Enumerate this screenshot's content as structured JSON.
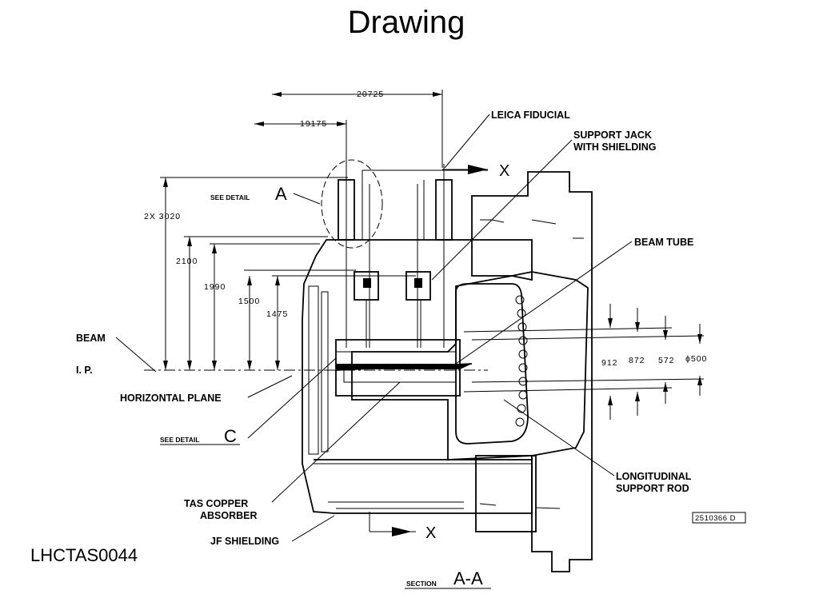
{
  "title": "Drawing",
  "footer_id": "LHCTAS0044",
  "drawing": {
    "dimensions": {
      "d20725": "20725",
      "d19175": "19175",
      "d2x3020": "2X 3020",
      "d2100": "2100",
      "d1990": "1990",
      "d1500": "1500",
      "d1475": "1475",
      "d912": "912",
      "d872": "872",
      "d572": "572",
      "d500": "ϕ500"
    },
    "labels": {
      "leica_fiducial": "LEICA FIDUCIAL",
      "support_jack_1": "SUPPORT JACK",
      "support_jack_2": "WITH SHIELDING",
      "beam_tube": "BEAM TUBE",
      "see_detail_a_text": "SEE DETAIL",
      "see_detail_a_letter": "A",
      "beam": "BEAM",
      "ip": "I. P.",
      "horizontal_plane": "HORIZONTAL PLANE",
      "see_detail_c_text": "SEE DETAIL",
      "see_detail_c_letter": "C",
      "tas_copper_1": "TAS COPPER",
      "tas_copper_2": "ABSORBER",
      "jf_shielding": "JF SHIELDING",
      "longitudinal_1": "LONGITUDINAL",
      "longitudinal_2": "SUPPORT ROD",
      "drawing_number": "2510366 D",
      "section_text": "SECTION",
      "section_letters": "A-A",
      "x_top": "X",
      "x_bottom": "X"
    }
  }
}
